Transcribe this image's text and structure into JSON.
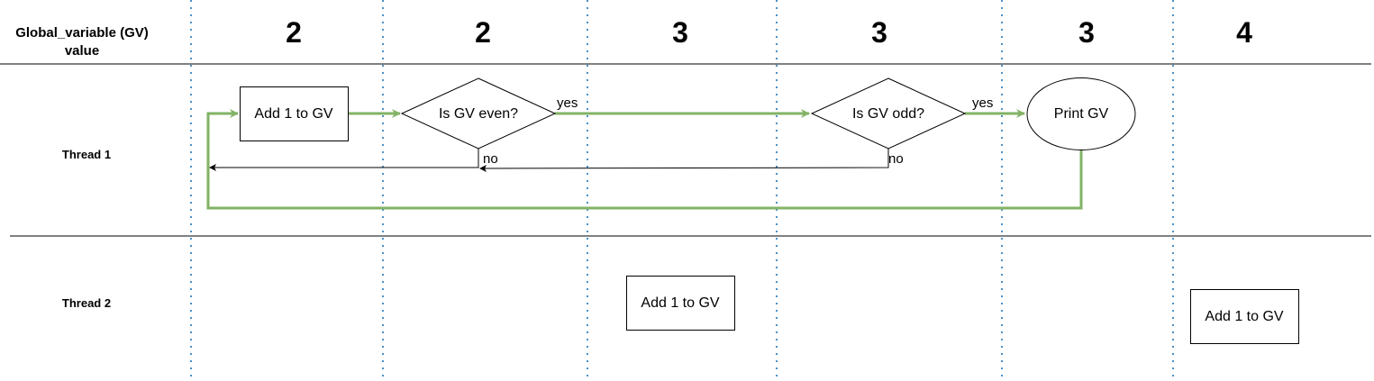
{
  "header": {
    "gv_label_line1": "Global_variable (GV)",
    "gv_label_line2": "value",
    "gv_values": [
      "2",
      "2",
      "3",
      "3",
      "3",
      "4"
    ]
  },
  "lanes": {
    "thread1": "Thread 1",
    "thread2": "Thread 2"
  },
  "thread1_nodes": {
    "add": "Add 1 to GV",
    "is_even": "Is GV even?",
    "is_odd": "Is GV odd?",
    "print": "Print GV"
  },
  "thread2_nodes": {
    "add_first": "Add 1 to GV",
    "add_second": "Add 1 to GV"
  },
  "edge_labels": {
    "even_yes": "yes",
    "even_no": "no",
    "odd_yes": "yes",
    "odd_no": "no"
  },
  "colors": {
    "main_flow": "#82b366",
    "column_divider": "#4a90c8",
    "row_divider": "#808080"
  }
}
